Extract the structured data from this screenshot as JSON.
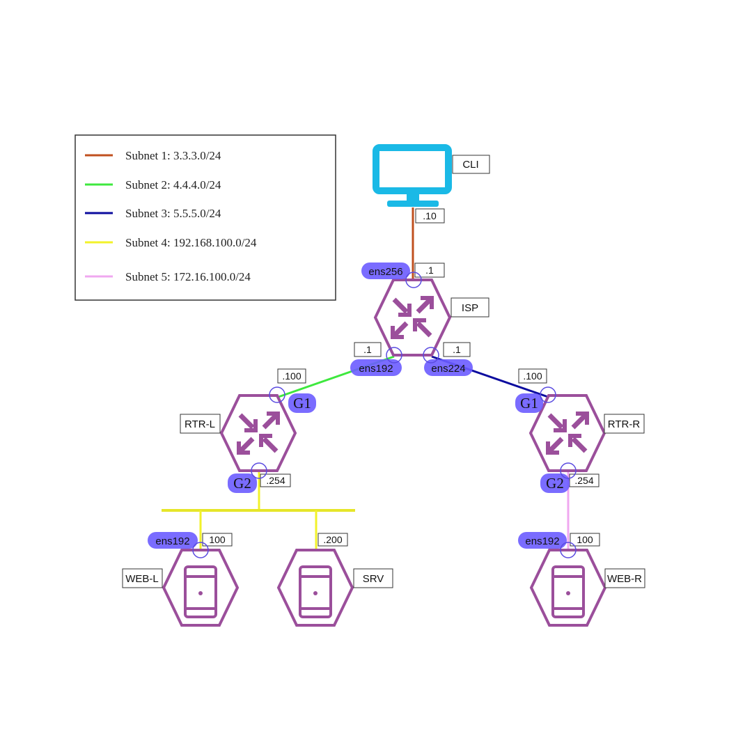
{
  "legend": {
    "items": [
      {
        "label": "Subnet 1: 3.3.3.0/24",
        "color": "#c0501f"
      },
      {
        "label": "Subnet 2: 4.4.4.0/24",
        "color": "#3ee83e"
      },
      {
        "label": "Subnet 3: 5.5.5.0/24",
        "color": "#0b0b9e"
      },
      {
        "label": "Subnet 4: 192.168.100.0/24",
        "color": "#f2f22a"
      },
      {
        "label": "Subnet 5: 172.16.100.0/24",
        "color": "#f0a8f0"
      }
    ]
  },
  "nodes": {
    "cli": {
      "name": "CLI",
      "ip": ".10",
      "icon": "monitor-icon",
      "color": "#1ab9e6"
    },
    "isp": {
      "name": "ISP",
      "ip_top": ".1",
      "ip_left": ".1",
      "ip_right": ".1",
      "iface_top": "ens256",
      "iface_left": "ens192",
      "iface_right": "ens224",
      "icon": "router-icon"
    },
    "rtr_l": {
      "name": "RTR-L",
      "ip_g1": ".100",
      "ip_g2": ".254",
      "g1": "G1",
      "g2": "G2",
      "icon": "router-icon"
    },
    "rtr_r": {
      "name": "RTR-R",
      "ip_g1": ".100",
      "ip_g2": ".254",
      "g1": "G1",
      "g2": "G2",
      "icon": "router-icon"
    },
    "web_l": {
      "name": "WEB-L",
      "ip": "100",
      "iface": "ens192",
      "icon": "server-icon"
    },
    "srv": {
      "name": "SRV",
      "ip": ".200",
      "icon": "server-icon"
    },
    "web_r": {
      "name": "WEB-R",
      "ip": "100",
      "iface": "ens192",
      "icon": "server-icon"
    }
  },
  "colors": {
    "device": "#9b4f9b",
    "highlight": "#6b5cff"
  }
}
